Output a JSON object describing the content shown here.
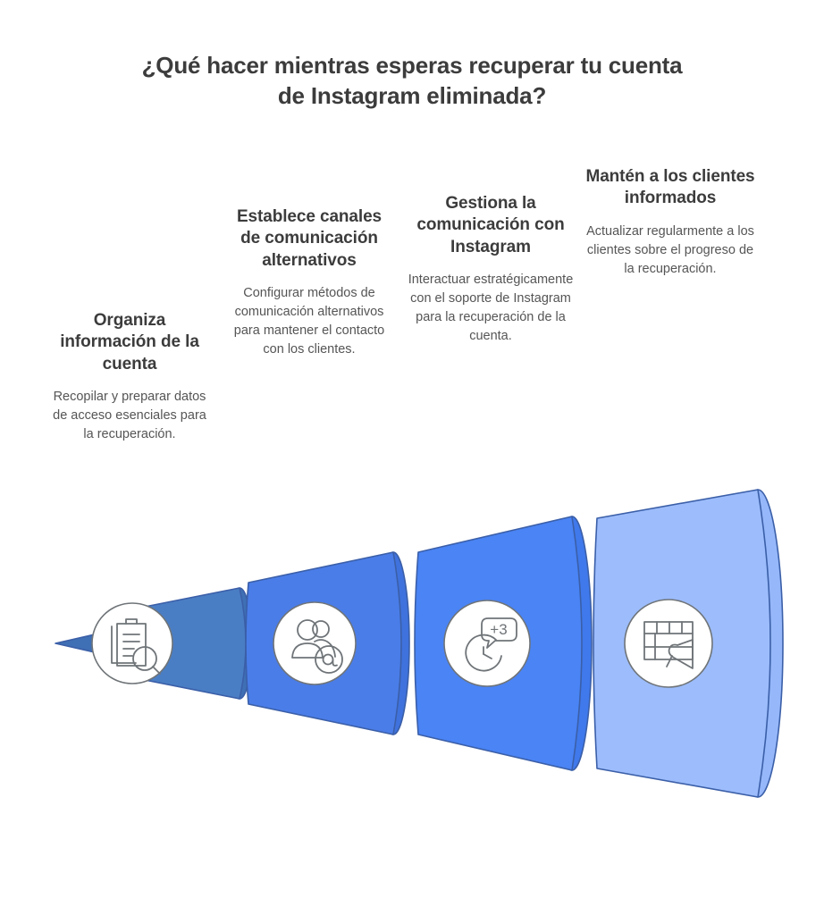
{
  "title": "¿Qué hacer mientras esperas recuperar tu cuenta de Instagram eliminada?",
  "chart_data": {
    "type": "funnel",
    "title": "¿Qué hacer mientras esperas recuperar tu cuenta de Instagram eliminada?",
    "orientation": "horizontal-left-to-right",
    "stage_count": 4,
    "stages": [
      {
        "index": 1,
        "heading": "Organiza información de la cuenta",
        "body": "Recopilar y preparar datos de acceso esenciales para la recuperación.",
        "color": "#4a7ec4",
        "icon": "clipboard-magnifier-icon",
        "relative_width": 1
      },
      {
        "index": 2,
        "heading": "Establece canales de comunicación alternativos",
        "body": "Configurar métodos de comunicación alternativos para mantener el contacto con los clientes.",
        "color": "#4a7de8",
        "icon": "users-at-sign-icon",
        "relative_width": 2
      },
      {
        "index": 3,
        "heading": "Gestiona la comunicación con Instagram",
        "body": "Interactuar estratégicamente con el soporte de Instagram para la recuperación de la cuenta.",
        "color": "#4a84f5",
        "icon": "clock-plus-three-bubble-icon",
        "relative_width": 3
      },
      {
        "index": 4,
        "heading": "Mantén a los clientes informados",
        "body": "Actualizar regularmente a los clientes sobre el progreso de la recuperación.",
        "color": "#9cbcfb",
        "icon": "calendar-megaphone-icon",
        "relative_width": 4
      }
    ],
    "icon_labels": {
      "stage3_badge": "+3"
    },
    "background": "#ffffff",
    "title_color": "#3c3c3c",
    "heading_color": "#3c3c3c",
    "body_color": "#555555",
    "outline_color": "#3b5fa8"
  }
}
